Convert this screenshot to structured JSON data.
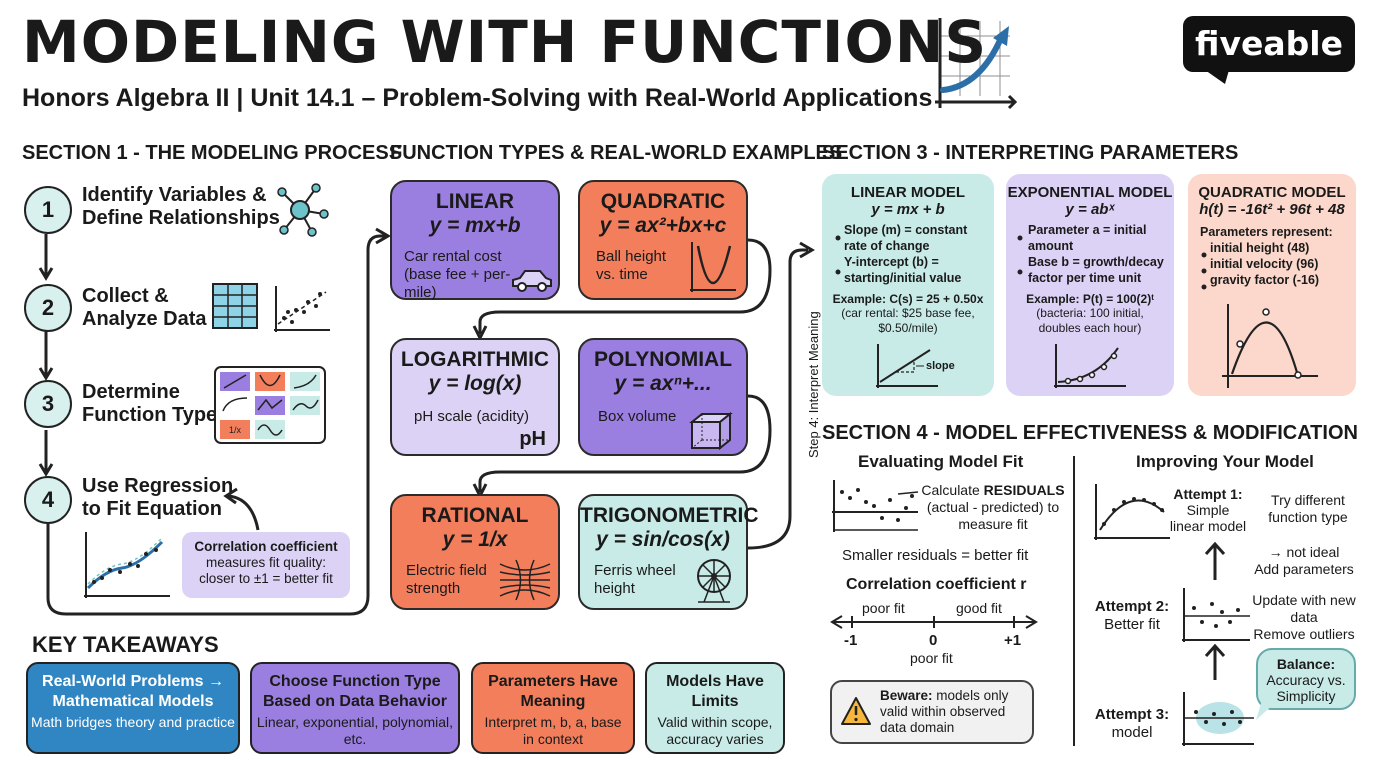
{
  "header": {
    "title": "MODELING WITH FUNCTIONS",
    "subtitle": "Honors Algebra II | Unit 14.1 – Problem-Solving with Real-World Applications",
    "logo": "fiveable"
  },
  "section1": {
    "heading": "SECTION 1 - THE MODELING PROCESS",
    "steps": [
      {
        "num": "1",
        "line1": "Identify Variables &",
        "line2": "Define Relationships",
        "icon": "network-icon"
      },
      {
        "num": "2",
        "line1": "Collect &",
        "line2": "Analyze Data",
        "icon": "table-scatter-icon"
      },
      {
        "num": "3",
        "line1": "Determine",
        "line2": "Function Type",
        "icon": "function-grid-icon"
      },
      {
        "num": "4",
        "line1": "Use Regression",
        "line2": "to Fit Equation",
        "icon": "regression-icon"
      }
    ],
    "correlation_note": {
      "title": "Correlation coefficient",
      "text": "measures fit quality: closer to ±1 = better fit"
    }
  },
  "function_types": {
    "heading": "FUNCTION TYPES & REAL-WORLD EXAMPLES",
    "cards": [
      {
        "name": "LINEAR",
        "formula": "y = mx+b",
        "desc": "Car rental cost (base fee + per-mile)",
        "icon": "car-icon"
      },
      {
        "name": "QUADRATIC",
        "formula": "y = ax²+bx+c",
        "desc": "Ball height vs. time",
        "icon": "parabola-icon"
      },
      {
        "name": "LOGARITHMIC",
        "formula": "y = log(x)",
        "desc": "pH scale (acidity)",
        "extra": "pH"
      },
      {
        "name": "POLYNOMIAL",
        "formula": "y = axⁿ+...",
        "desc": "Box volume",
        "icon": "cube-icon"
      },
      {
        "name": "RATIONAL",
        "formula": "y = 1/x",
        "desc": "Electric field strength",
        "icon": "field-lines-icon"
      },
      {
        "name": "TRIGONOMETRIC",
        "formula": "y = sin/cos(x)",
        "desc": "Ferris wheel height",
        "icon": "ferris-wheel-icon"
      }
    ],
    "step4_label": "Step 4: Interpret Meaning"
  },
  "section3": {
    "heading": "SECTION 3 - INTERPRETING PARAMETERS",
    "linear": {
      "title": "LINEAR MODEL",
      "formula": "y = mx + b",
      "bullets": [
        "Slope (m) = constant rate of change",
        "Y-intercept (b) = starting/initial value"
      ],
      "example": "Example: C(s) = 25 + 0.50x",
      "example_note": "(car rental: $25 base fee, $0.50/mile)",
      "graph_label": "slope"
    },
    "exponential": {
      "title": "EXPONENTIAL MODEL",
      "formula": "y = abˣ",
      "bullets": [
        "Parameter a = initial amount",
        "Base b = growth/decay factor per time unit"
      ],
      "example": "Example: P(t) = 100(2)ᵗ",
      "example_note": "(bacteria: 100 initial, doubles each hour)"
    },
    "quadratic": {
      "title": "QUADRATIC MODEL",
      "formula": "h(t) = -16t² + 96t + 48",
      "lead": "Parameters represent:",
      "bullets": [
        "initial height (48)",
        "initial velocity (96)",
        "gravity factor (-16)"
      ]
    }
  },
  "section4": {
    "heading": "SECTION 4 - MODEL EFFECTIVENESS & MODIFICATION",
    "evaluating": {
      "title": "Evaluating Model Fit",
      "residual_pre": "Calculate ",
      "residual_bold": "RESIDUALS",
      "residual_post": "(actual - predicted) to measure fit",
      "smaller": "Smaller residuals = better fit",
      "corr_title": "Correlation coefficient r",
      "poor_fit_left": "poor fit",
      "good_fit": "good fit",
      "poor_fit_mid": "poor fit",
      "tick_left": "-1",
      "tick_mid": "0",
      "tick_right": "+1",
      "beware_bold": "Beware:",
      "beware_text": "models only valid within observed data domain"
    },
    "improving": {
      "title": "Improving Your Model",
      "attempt1": {
        "label": "Attempt 1:",
        "sub": "Simple linear model",
        "note": "Try different function type"
      },
      "note_mid": "→ not ideal\nAdd parameters",
      "attempt2": {
        "label": "Attempt 2:",
        "sub": "Better fit",
        "note": "Update with new data\nRemove outliers"
      },
      "attempt3": {
        "label": "Attempt 3:",
        "sub": "model"
      },
      "balance": {
        "title": "Balance:",
        "text": "Accuracy vs. Simplicity"
      }
    }
  },
  "takeaways": {
    "heading": "KEY TAKEAWAYS",
    "items": [
      {
        "title": "Real-World Problems → Mathematical Models",
        "text": "Math bridges theory and practice"
      },
      {
        "title": "Choose Function Type Based on Data Behavior",
        "text": "Linear, exponential, polynomial, etc."
      },
      {
        "title": "Parameters Have Meaning",
        "text": "Interpret m, b, a, base in context"
      },
      {
        "title": "Models Have Limits",
        "text": "Valid within scope, accuracy varies"
      }
    ]
  },
  "colors": {
    "purple": "#9b7fe0",
    "light_purple": "#dcd2f5",
    "orange": "#f27e5c",
    "teal": "#c8ebe8",
    "blue": "#2f86c2",
    "pink": "#fbd8cb"
  }
}
